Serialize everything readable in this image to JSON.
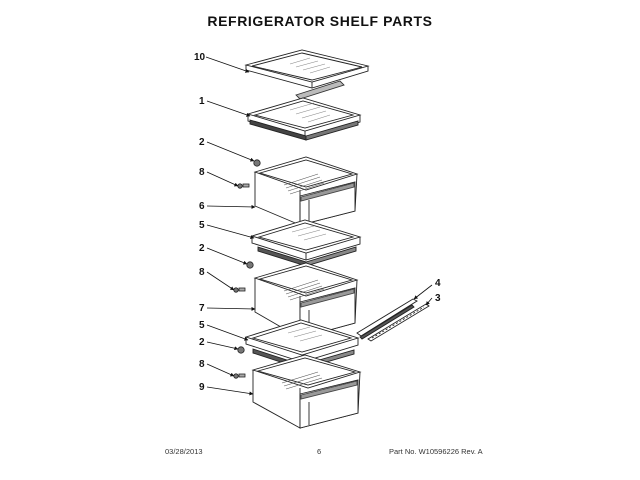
{
  "title": "REFRIGERATOR SHELF PARTS",
  "callouts": [
    "10",
    "1",
    "2",
    "8",
    "6",
    "5",
    "2",
    "8",
    "7",
    "5",
    "2",
    "8",
    "9",
    "4",
    "3"
  ],
  "footer": {
    "date": "03/28/2013",
    "page": "6",
    "part_no": "Part No. W10596226  Rev. A"
  }
}
